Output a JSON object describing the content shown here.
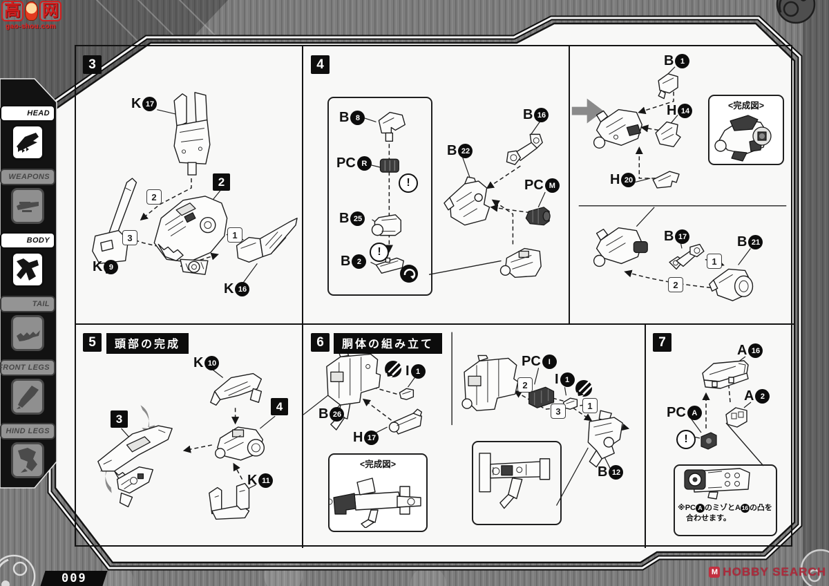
{
  "watermarks": {
    "gaoshou": {
      "char1": "高",
      "char2": "网",
      "url": "gao-shou.com"
    },
    "hobby": {
      "logo_letter": "M",
      "text": "HOBBY SEARCH"
    }
  },
  "footer": {
    "page_number": "009"
  },
  "sidebar": {
    "items": [
      {
        "label": "HEAD",
        "active": true
      },
      {
        "label": "WEAPONS",
        "active": false
      },
      {
        "label": "BODY",
        "active": true
      },
      {
        "label": "TAIL",
        "active": false
      },
      {
        "label": "FRONT LEGS",
        "active": false
      },
      {
        "label": "HIND LEGS",
        "active": false
      }
    ]
  },
  "labels": {
    "kanseizu": "<完成図>",
    "warning": "!"
  },
  "steps": {
    "s3": {
      "badge": "3",
      "inner_badge": "2",
      "callout_a": "2",
      "callout_b": "3",
      "callout_c": "1",
      "k17": {
        "l": "K",
        "n": "17"
      },
      "k9": {
        "l": "K",
        "n": "9"
      },
      "k16": {
        "l": "K",
        "n": "16"
      }
    },
    "s4": {
      "badge": "4",
      "b8": {
        "l": "B",
        "n": "8"
      },
      "pcr": {
        "l": "PC",
        "n": "R"
      },
      "b25": {
        "l": "B",
        "n": "25"
      },
      "b2": {
        "l": "B",
        "n": "2"
      },
      "b22": {
        "l": "B",
        "n": "22"
      },
      "b16": {
        "l": "B",
        "n": "16"
      },
      "pcm": {
        "l": "PC",
        "n": "M"
      },
      "b1": {
        "l": "B",
        "n": "1"
      },
      "h14": {
        "l": "H",
        "n": "14"
      },
      "h20": {
        "l": "H",
        "n": "20"
      },
      "b17": {
        "l": "B",
        "n": "17"
      },
      "b21": {
        "l": "B",
        "n": "21"
      },
      "callout_a": "1",
      "callout_b": "2"
    },
    "s5": {
      "badge": "5",
      "title": "頭部の完成",
      "badge_sub3": "3",
      "badge_sub4": "4",
      "k10": {
        "l": "K",
        "n": "10"
      },
      "k11": {
        "l": "K",
        "n": "11"
      }
    },
    "s6": {
      "badge": "6",
      "title": "胴体の組み立て",
      "b26": {
        "l": "B",
        "n": "26"
      },
      "i1a": {
        "l": "I",
        "n": "1"
      },
      "h17": {
        "l": "H",
        "n": "17"
      },
      "pci": {
        "l": "PC",
        "n": "I"
      },
      "i1b": {
        "l": "I",
        "n": "1"
      },
      "b12": {
        "l": "B",
        "n": "12"
      },
      "callout_a": "2",
      "callout_b": "3",
      "callout_c": "1"
    },
    "s7": {
      "badge": "7",
      "a16": {
        "l": "A",
        "n": "16"
      },
      "a2": {
        "l": "A",
        "n": "2"
      },
      "pca": {
        "l": "PC",
        "n": "A"
      },
      "note": {
        "seg1": "※PC",
        "c1": "A",
        "seg2": "のミゾとA",
        "c2": "16",
        "seg3": "の凸を",
        "line2": "合わせます。"
      }
    }
  }
}
